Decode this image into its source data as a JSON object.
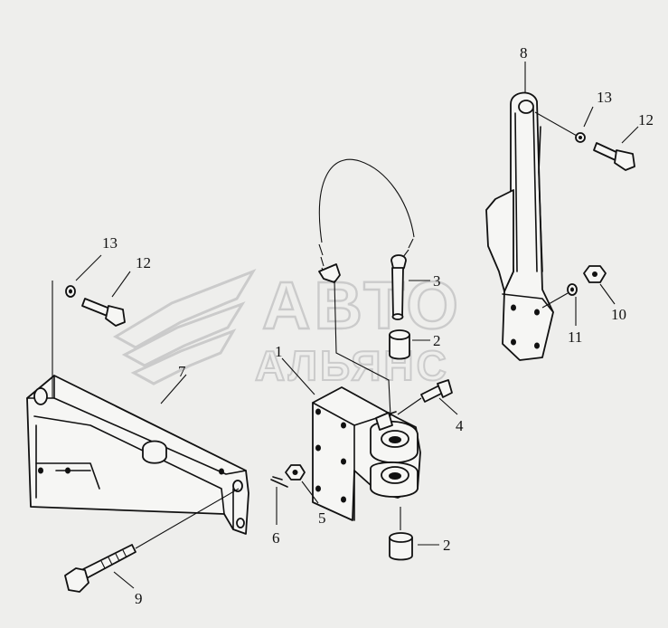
{
  "watermark": {
    "line1": "АВТО",
    "line2": "АЛЬЯНС",
    "color": "#c8c8c8"
  },
  "callouts": [
    {
      "id": "callout-1",
      "text": "1"
    },
    {
      "id": "callout-2-top",
      "text": "2"
    },
    {
      "id": "callout-2-bottom",
      "text": "2"
    },
    {
      "id": "callout-3",
      "text": "3"
    },
    {
      "id": "callout-4",
      "text": "4"
    },
    {
      "id": "callout-5",
      "text": "5"
    },
    {
      "id": "callout-6",
      "text": "6"
    },
    {
      "id": "callout-7",
      "text": "7"
    },
    {
      "id": "callout-8",
      "text": "8"
    },
    {
      "id": "callout-9",
      "text": "9"
    },
    {
      "id": "callout-10",
      "text": "10"
    },
    {
      "id": "callout-11",
      "text": "11"
    },
    {
      "id": "callout-12-left",
      "text": "12"
    },
    {
      "id": "callout-12-right",
      "text": "12"
    },
    {
      "id": "callout-13-left",
      "text": "13"
    },
    {
      "id": "callout-13-right",
      "text": "13"
    }
  ]
}
